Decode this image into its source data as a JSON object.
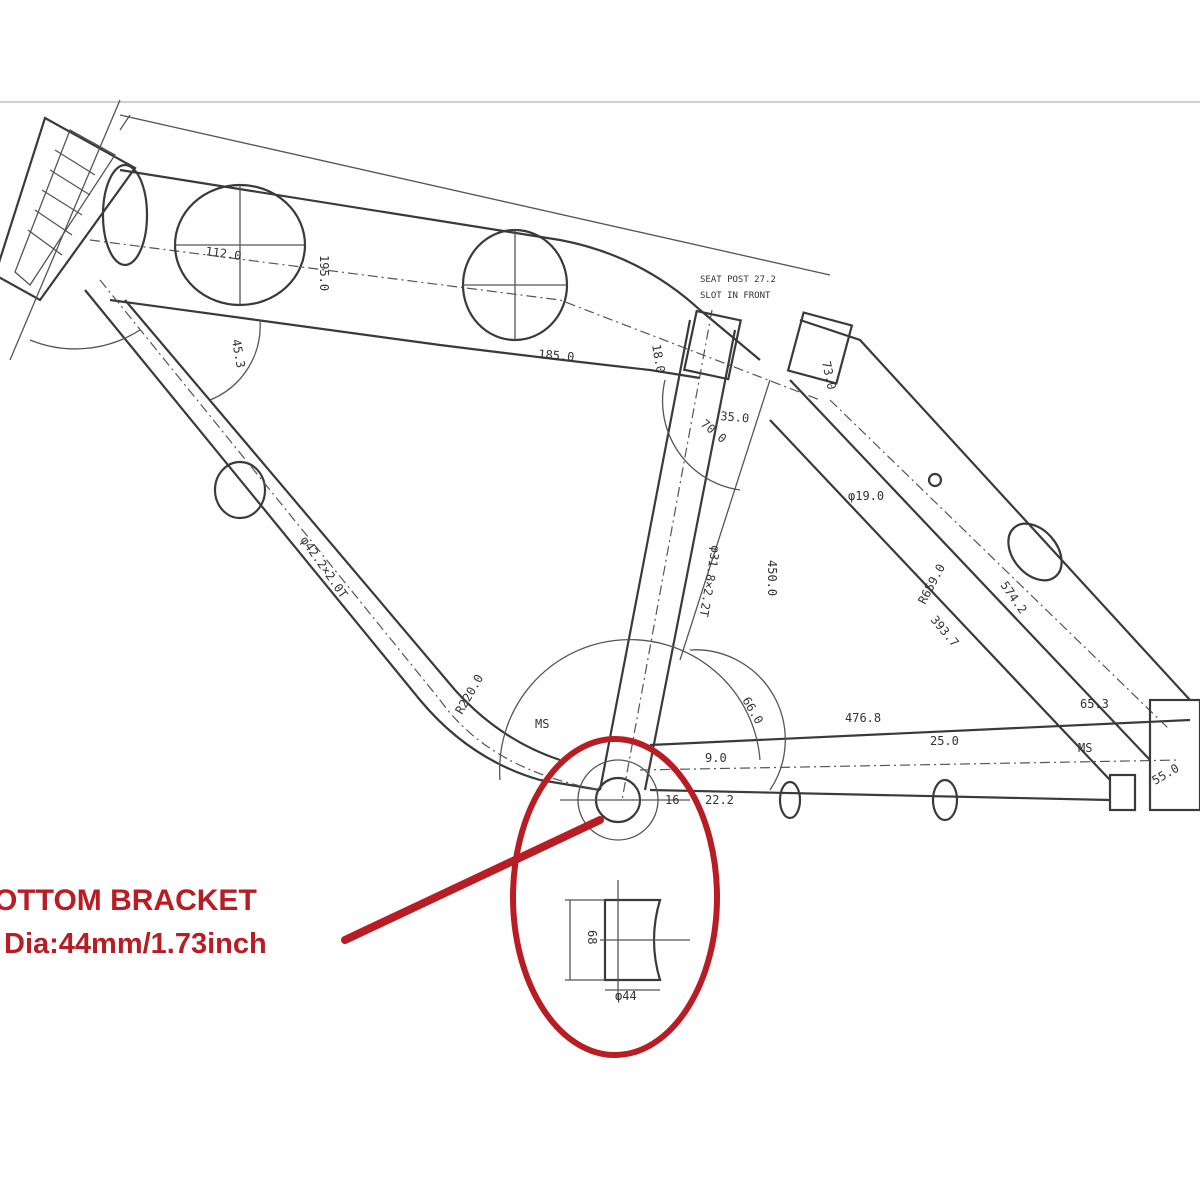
{
  "callout": {
    "title": "OTTOM BRACKET",
    "subtitle": "Dia:44mm/1.73inch",
    "color": "#b81d24"
  },
  "dimensions": {
    "d_112": "112.0",
    "d_195": "195.0",
    "d_45": "45.3",
    "d_185": "185.0",
    "d_18": "18.0",
    "d_73": "73.0",
    "d_35": "35.0",
    "d_70": "70.0",
    "d_tube_left": "φ42.2×2.0T",
    "d_tube_seat": "φ31.8×2.2T",
    "d_450": "450.0",
    "d_phi19": "φ19.0",
    "d_r659": "R659.0",
    "d_393": "393.7",
    "d_574": "574.2",
    "d_r220": "R220.0",
    "d_66": "66.0",
    "d_476": "476.8",
    "d_65": "65.3",
    "d_ms1": "MS",
    "d_ms2": "MS",
    "d_9": "9.0",
    "d_25": "25.0",
    "d_55": "55.0",
    "d_68": "68",
    "d_44": "φ44",
    "d_22": "22.2",
    "d_16": "16"
  },
  "notes": {
    "seat_post_1": "SEAT POST 27.2",
    "seat_post_2": "SLOT IN FRONT"
  }
}
